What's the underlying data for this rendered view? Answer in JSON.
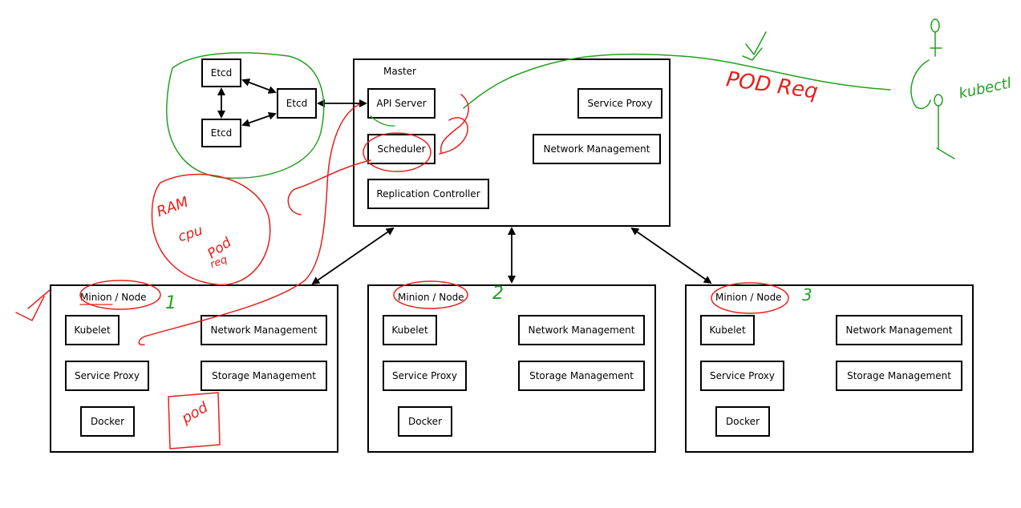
{
  "etcd": {
    "top": "Etcd",
    "bottom": "Etcd",
    "right": "Etcd"
  },
  "master": {
    "title": "Master",
    "api_server": "API Server",
    "scheduler": "Scheduler",
    "replication_controller": "Replication Controller",
    "service_proxy": "Service Proxy",
    "network_management": "Network Management"
  },
  "nodes": [
    {
      "title": "Minion / Node",
      "kubelet": "Kubelet",
      "service_proxy": "Service Proxy",
      "docker": "Docker",
      "network_management": "Network Management",
      "storage_management": "Storage Management"
    },
    {
      "title": "Minion / Node",
      "kubelet": "Kubelet",
      "service_proxy": "Service Proxy",
      "docker": "Docker",
      "network_management": "Network Management",
      "storage_management": "Storage Management"
    },
    {
      "title": "Minion / Node",
      "kubelet": "Kubelet",
      "service_proxy": "Service Proxy",
      "docker": "Docker",
      "network_management": "Network Management",
      "storage_management": "Storage Management"
    }
  ],
  "annotations": {
    "pod_req": "POD Req",
    "kubectl": "kubectl",
    "ram": "RAM",
    "cpu": "cpu",
    "pod": "Pod",
    "req": "req",
    "pod_box": "pod",
    "node_1": "1",
    "node_2": "2",
    "node_3": "3"
  },
  "colors": {
    "ink": "#000000",
    "red_annotation": "#e8201c",
    "green_annotation": "#22a020"
  }
}
